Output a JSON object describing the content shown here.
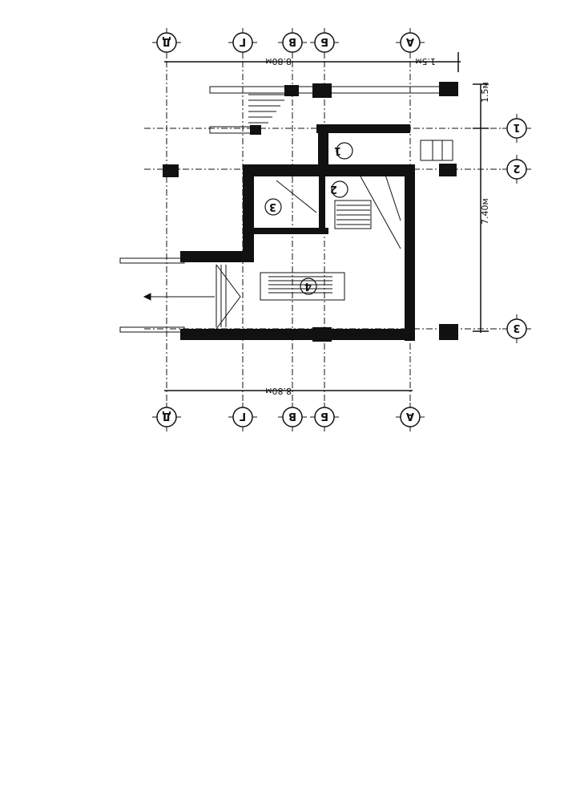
{
  "axes_letters": [
    "Д",
    "Г",
    "В",
    "Б",
    "А"
  ],
  "axes_numbers": [
    "1",
    "2",
    "3"
  ],
  "dimensions": {
    "top_width": "8.80м",
    "top_offset": "1.5м",
    "right_offset": "1.5м",
    "right_length": "7.40м",
    "bottom_width": "8.80м"
  },
  "rooms": [
    "1",
    "2",
    "3",
    "4"
  ]
}
